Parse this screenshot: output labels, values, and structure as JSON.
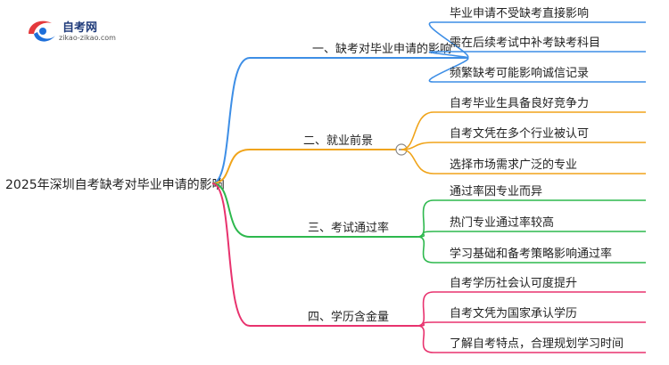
{
  "logo": {
    "title": "自考网",
    "url": "zikao-zikao.com",
    "colors": {
      "red": "#e4393c",
      "blue": "#1e6fd9"
    }
  },
  "root": {
    "label": "2025年深圳自考缺考对毕业申请的影响"
  },
  "branches": [
    {
      "label": "一、缺考对毕业申请的影响",
      "color": "#3d8ee6",
      "leaves": [
        "毕业申请不受缺考直接影响",
        "需在后续考试中补考缺考科目",
        "频繁缺考可能影响诚信记录"
      ]
    },
    {
      "label": "二、就业前景",
      "color": "#f0a41a",
      "collapsed": true,
      "leaves": [
        "自考毕业生具备良好竞争力",
        "自考文凭在多个行业被认可",
        "选择市场需求广泛的专业"
      ]
    },
    {
      "label": "三、考试通过率",
      "color": "#2db84d",
      "leaves": [
        "通过率因专业而异",
        "热门专业通过率较高",
        "学习基础和备考策略影响通过率"
      ]
    },
    {
      "label": "四、学历含金量",
      "color": "#e8326e",
      "leaves": [
        "自考学历社会认可度提升",
        "自考文凭为国家承认学历",
        "了解自考特点，合理规划学习时间"
      ]
    }
  ]
}
